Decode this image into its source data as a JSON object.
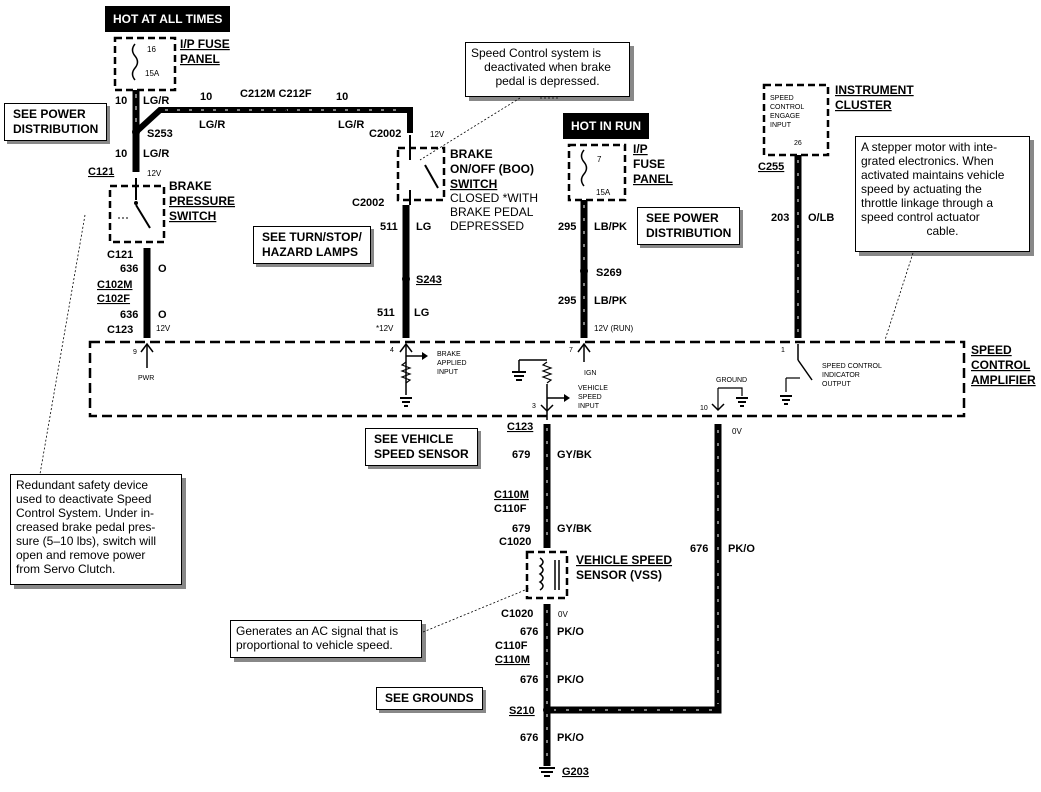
{
  "power": {
    "hot_at_all_times": "HOT AT ALL TIMES",
    "hot_in_run": "HOT IN RUN"
  },
  "refs": {
    "see_power_dist_left": [
      "SEE POWER",
      "DISTRIBUTION"
    ],
    "see_power_dist_right": [
      "SEE POWER",
      "DISTRIBUTION"
    ],
    "see_turn_stop": [
      "SEE TURN/STOP/",
      "HAZARD LAMPS"
    ],
    "see_vss": [
      "SEE VEHICLE",
      "SPEED SENSOR"
    ],
    "see_grounds": "SEE GROUNDS"
  },
  "notes": {
    "speed_control": [
      "Speed Control system is",
      "deactivated when brake",
      "pedal is depressed."
    ],
    "stepper": [
      "A stepper motor with inte-",
      "grated electronics. When",
      "activated maintains vehicle",
      "speed by actuating the",
      "throttle linkage through a",
      "speed control actuator",
      "cable."
    ],
    "redundant": [
      "Redundant safety device",
      "used to deactivate Speed",
      "Control System. Under in-",
      "creased brake pedal pres-",
      "sure (5–10 lbs), switch will",
      "open and remove power",
      "from Servo Clutch."
    ],
    "ac_signal": [
      "Generates an AC signal that is",
      "proportional to vehicle speed."
    ]
  },
  "components": {
    "ip_fuse_1": {
      "label1": "I/P FUSE",
      "label2": "PANEL",
      "num": "16",
      "amp": "15A"
    },
    "ip_fuse_2": {
      "label1": "I/P",
      "label2": "FUSE",
      "label3": "PANEL",
      "num": "7",
      "amp": "15A"
    },
    "brake_pressure": [
      "BRAKE",
      "PRESSURE",
      "SWITCH"
    ],
    "boo": [
      "BRAKE",
      "ON/OFF (BOO)",
      "SWITCH",
      "CLOSED *WITH",
      "BRAKE PEDAL",
      "DEPRESSED"
    ],
    "instrument_cluster": [
      "INSTRUMENT",
      "CLUSTER"
    ],
    "cluster_inner": [
      "SPEED",
      "CONTROL",
      "ENGAGE",
      "INPUT",
      "26"
    ],
    "amplifier": [
      "SPEED",
      "CONTROL",
      "AMPLIFIER"
    ],
    "vss": [
      "VEHICLE SPEED",
      "SENSOR (VSS)"
    ]
  },
  "wires": {
    "w1": {
      "gauge": "10",
      "color": "LG/R"
    },
    "w2": {
      "gauge": "10",
      "color": "LG/R"
    },
    "w3": {
      "gauge": "10",
      "color": "LG/R"
    },
    "w4": {
      "gauge": "10",
      "color": "LG/R"
    },
    "w511a": {
      "gauge": "511",
      "color": "LG"
    },
    "w511b": {
      "gauge": "511",
      "color": "LG"
    },
    "w295a": {
      "gauge": "295",
      "color": "LB/PK"
    },
    "w295b": {
      "gauge": "295",
      "color": "LB/PK"
    },
    "w636a": {
      "gauge": "636",
      "color": "O"
    },
    "w636b": {
      "gauge": "636",
      "color": "O"
    },
    "w203": {
      "gauge": "203",
      "color": "O/LB"
    },
    "w679a": {
      "gauge": "679",
      "color": "GY/BK"
    },
    "w679b": {
      "gauge": "679",
      "color": "GY/BK"
    },
    "w676a": {
      "gauge": "676",
      "color": "PK/O"
    },
    "w676b": {
      "gauge": "676",
      "color": "PK/O"
    },
    "w676c": {
      "gauge": "676",
      "color": "PK/O"
    },
    "w676d": {
      "gauge": "676",
      "color": "PK/O"
    }
  },
  "connectors": {
    "c212": "C212M C212F",
    "s253": "S253",
    "c121a": "C121",
    "c121b": "C121",
    "c102m": "C102M",
    "c102f": "C102F",
    "c123a": "C123",
    "c2002a": "C2002",
    "c2002b": "C2002",
    "s243": "S243",
    "s269": "S269",
    "c255": "C255",
    "c123b": "C123",
    "c110m_a": "C110M",
    "c110f_a": "C110F",
    "c1020a": "C1020",
    "c1020b": "C1020",
    "c110f_b": "C110F",
    "c110m_b": "C110M",
    "s210": "S210",
    "g203": "G203"
  },
  "voltages": {
    "v12_a": "12V",
    "v12_b": "12V",
    "v12_c": "12V",
    "v12_d": "*12V",
    "v12_run": "12V (RUN)",
    "v0_a": "0V",
    "v0_b": "0V"
  },
  "pins": {
    "p9": "9",
    "pwr": "PWR",
    "p4": "4",
    "brake_applied": [
      "BRAKE",
      "APPLIED",
      "INPUT"
    ],
    "p7": "7",
    "ign": "IGN",
    "p1": "1",
    "indicator": [
      "SPEED CONTROL",
      "INDICATOR",
      "OUTPUT"
    ],
    "ground": "GROUND",
    "p10": "10",
    "p3": "3",
    "vss_input": [
      "VEHICLE",
      "SPEED",
      "INPUT"
    ],
    "p676": "676",
    "pk_o": "PK/O"
  }
}
